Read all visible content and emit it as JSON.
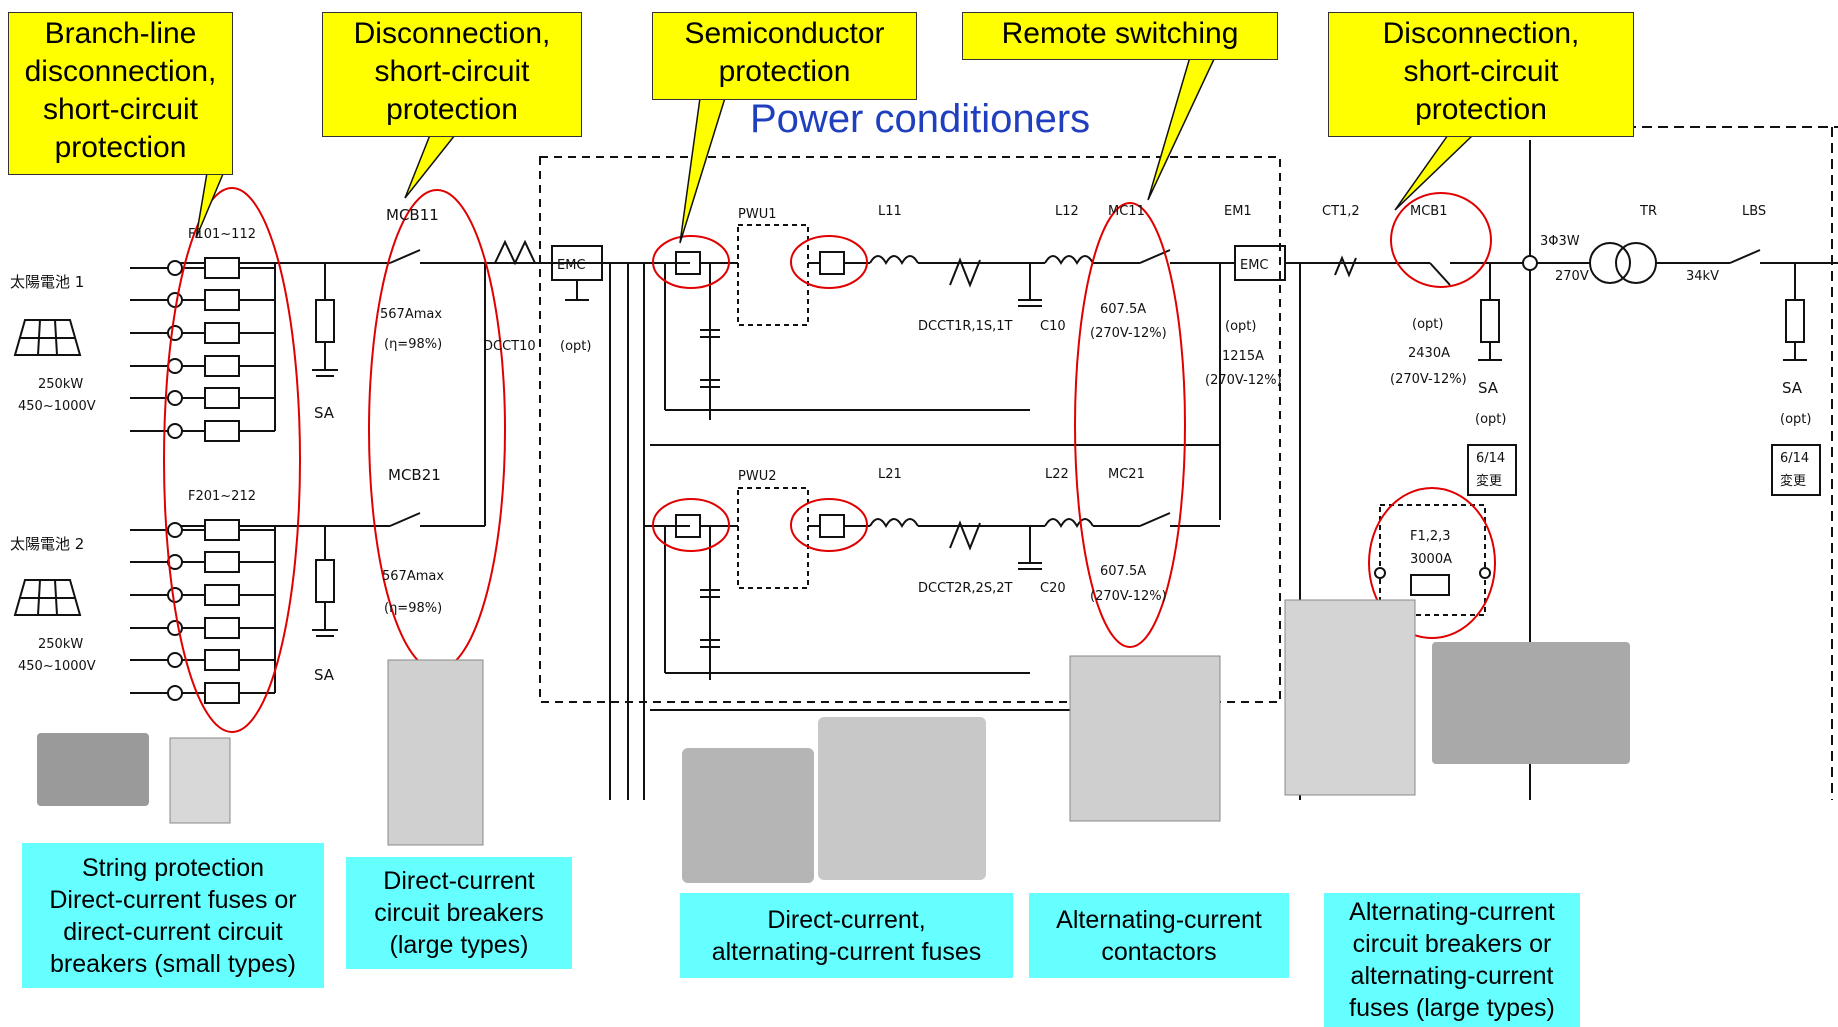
{
  "callouts": {
    "branch": "Branch-line\ndisconnection,\nshort-circuit\nprotection",
    "disc1": "Disconnection,\nshort-circuit\nprotection",
    "semi": "Semiconductor\nprotection",
    "remote": "Remote switching",
    "disc2": "Disconnection,\nshort-circuit\nprotection"
  },
  "pc_title": "Power conditioners",
  "captions": {
    "string": "String protection\nDirect-current fuses or\ndirect-current circuit\nbreakers (small types)",
    "dccb": "Direct-current\ncircuit breakers\n(large types)",
    "fuses": "Direct-current,\nalternating-current fuses",
    "contactors": "Alternating-current\ncontactors",
    "accb": "Alternating-current\ncircuit breakers or\nalternating-current\nfuses (large types)"
  },
  "labels": {
    "pv1": "太陽電池 1",
    "pv2": "太陽電池 2",
    "pv_rating": "250kW",
    "pv_voltage": "450~1000V",
    "f1": "F101~112",
    "f2": "F201~212",
    "sa": "SA",
    "mcb11": "MCB11",
    "mcb21": "MCB21",
    "mcb_rating": "567Amax",
    "mcb_eff": "(η=98%)",
    "dcct10": "DCCT10",
    "opt": "(opt)",
    "emc": "EMC",
    "pwu1": "PWU1",
    "pwu2": "PWU2",
    "l11": "L11",
    "l12": "L12",
    "l21": "L21",
    "l22": "L22",
    "dcct1": "DCCT1R,1S,1T",
    "dcct2": "DCCT2R,2S,2T",
    "c10": "C10",
    "c20": "C20",
    "mc11": "MC11",
    "mc21": "MC21",
    "mc_rating": "607.5A",
    "mc_volt": "(270V-12%)",
    "em1": "EM1",
    "em_rating": "1215A",
    "em_volt": "(270V-12%)",
    "ct": "CT1,2",
    "mcb1": "MCB1",
    "mcb1_rating": "2430A",
    "mcb1_volt": "(270V-12%)",
    "three_phase": "3Φ3W",
    "v270": "270V",
    "tr": "TR",
    "kv34": "34kV",
    "lbs": "LBS",
    "f123": "F1,2,3",
    "f123_rating": "3000A",
    "note_date": "6/14",
    "note_change": "変更"
  }
}
